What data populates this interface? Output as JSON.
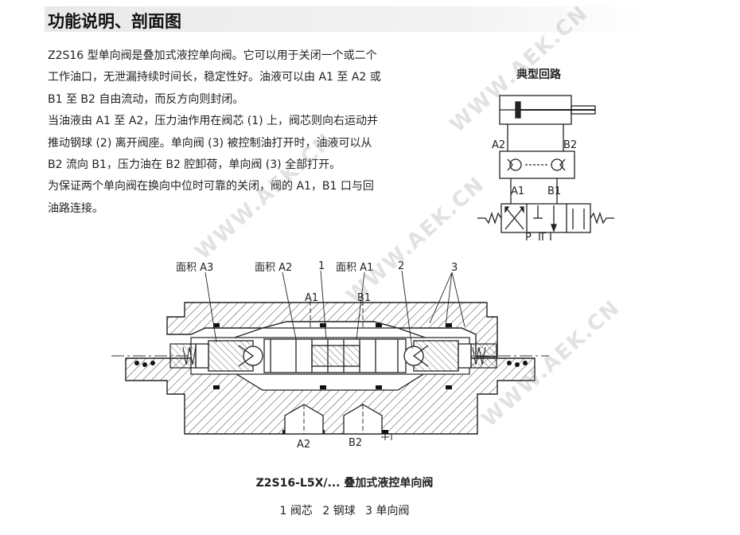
{
  "header": {
    "title": "功能说明、剖面图"
  },
  "description": {
    "lines": [
      "Z2S16 型单向阀是叠加式液控单向阀。它可以用于关闭一个或二个",
      "工作油口，无泄漏持续时间长，稳定性好。油液可以由 A1 至 A2 或",
      "B1 至 B2 自由流动，而反方向则封闭。",
      "当油液由 A1 至 A2，压力油作用在阀芯 (1) 上，阀芯则向右运动并",
      "推动钢球 (2) 离开阀座。单向阀 (3) 被控制油打开时，油液可以从",
      "B2 流向 B1，压力油在 B2 腔卸荷，单向阀 (3) 全部打开。",
      "为保证两个单向阀在换向中位时可靠的关闭，阀的 A1，B1 口与回",
      "油路连接。"
    ]
  },
  "circuit": {
    "title": "典型回路",
    "labels": {
      "a2": "A2",
      "b2": "B2",
      "a1": "A1",
      "b1": "B1",
      "p": "P",
      "t": "T"
    }
  },
  "section": {
    "labels": {
      "area_a3": "面积 A3",
      "area_a2": "面积 A2",
      "area_a1": "面积 A1",
      "n1": "1",
      "n2": "2",
      "n3": "3",
      "a1": "A1",
      "b1": "B1",
      "a2": "A2",
      "b2": "B2"
    }
  },
  "caption": "Z2S16-L5X/... 叠加式液控单向阀",
  "legend": {
    "item1": "1 阀芯",
    "item2": "2 钢球",
    "item3": "3 单向阀"
  },
  "watermark": "WWW.AEK.CN"
}
